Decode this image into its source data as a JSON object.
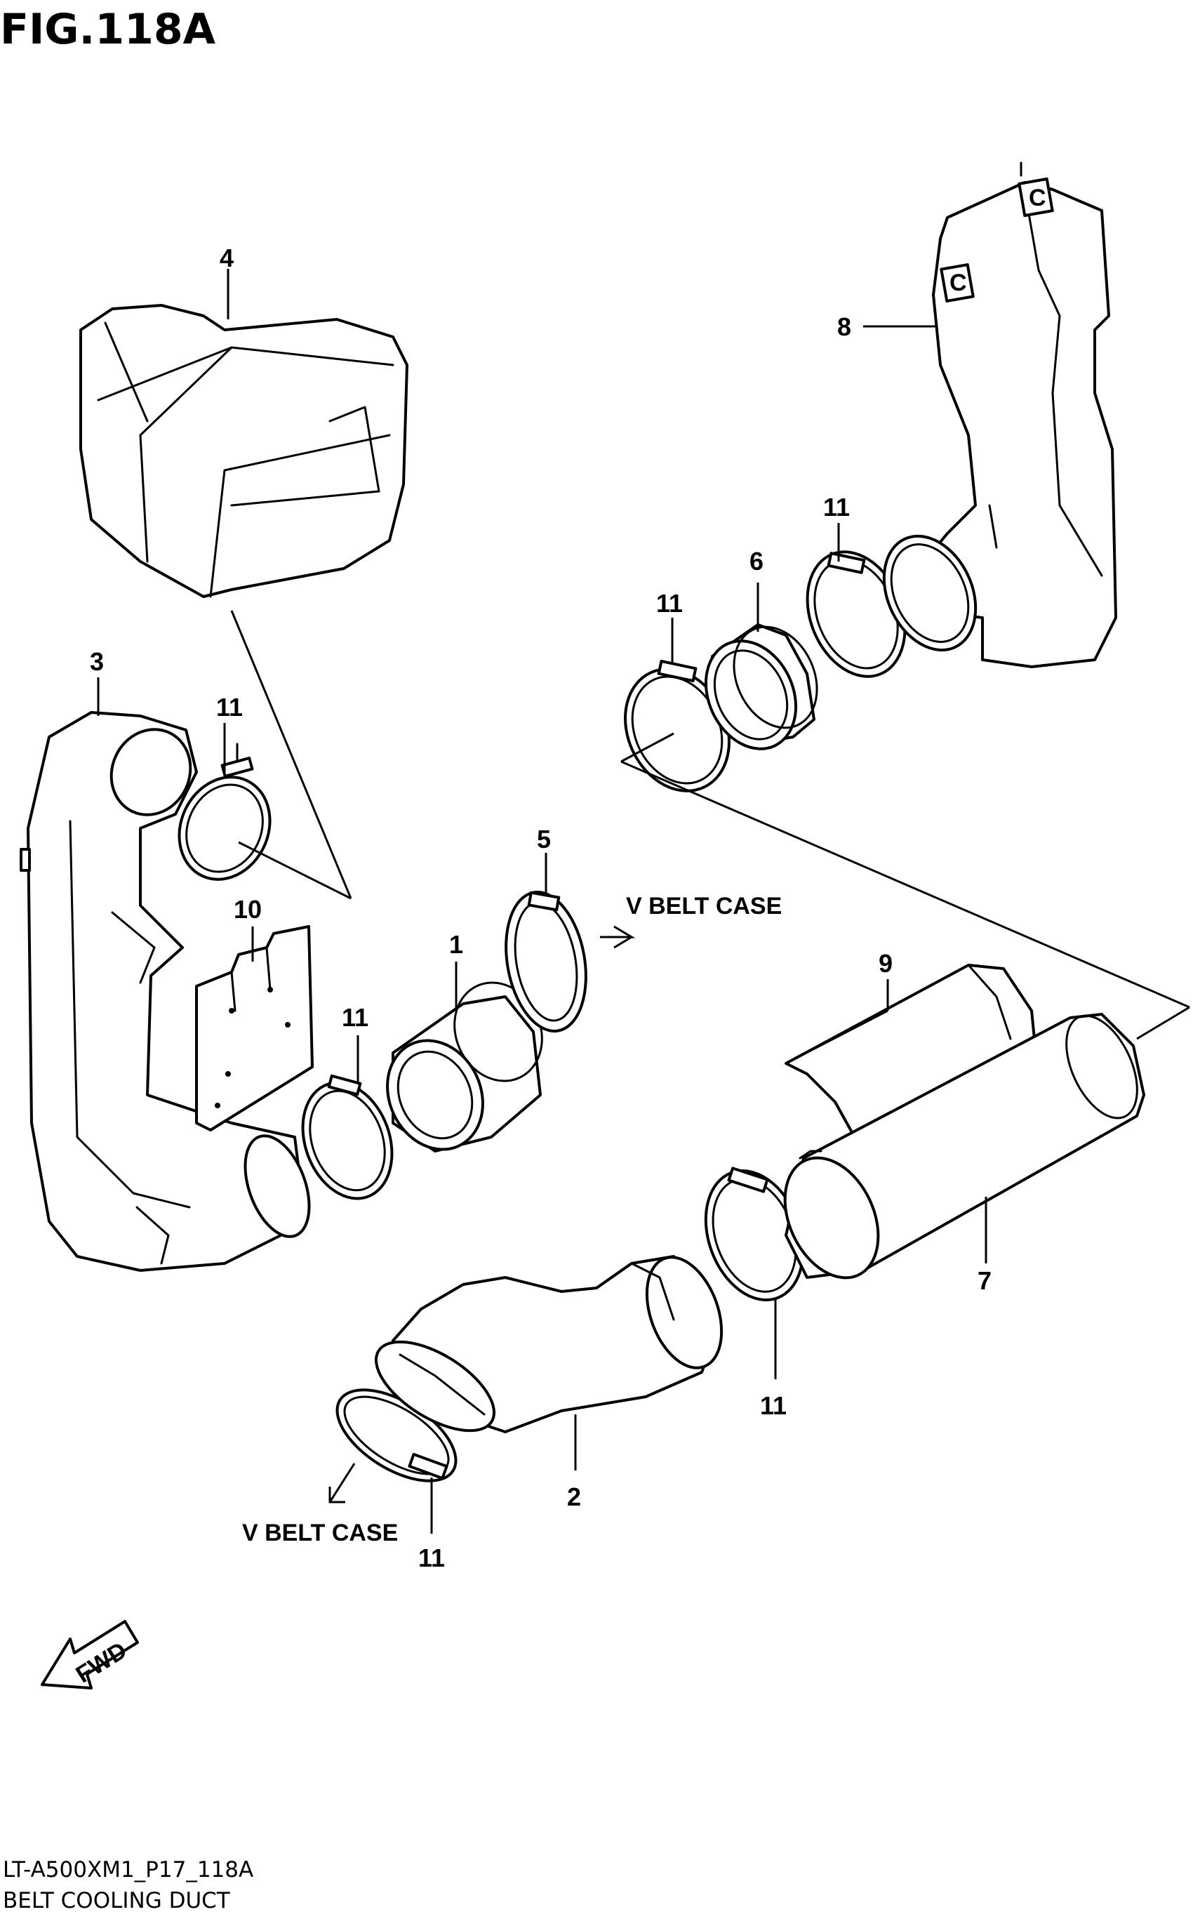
{
  "figure": {
    "title": "FIG.118A",
    "code": "LT-A500XM1_P17_118A",
    "name": "BELT COOLING DUCT"
  },
  "callouts": {
    "p1": "1",
    "p2": "2",
    "p3": "3",
    "p4": "4",
    "p5": "5",
    "p6": "6",
    "p7": "7",
    "p8": "8",
    "p9": "9",
    "p10": "10",
    "p11": "11"
  },
  "notes": {
    "vbelt_case": "V BELT CASE",
    "fwd": "FWD",
    "mark_c": "C"
  }
}
